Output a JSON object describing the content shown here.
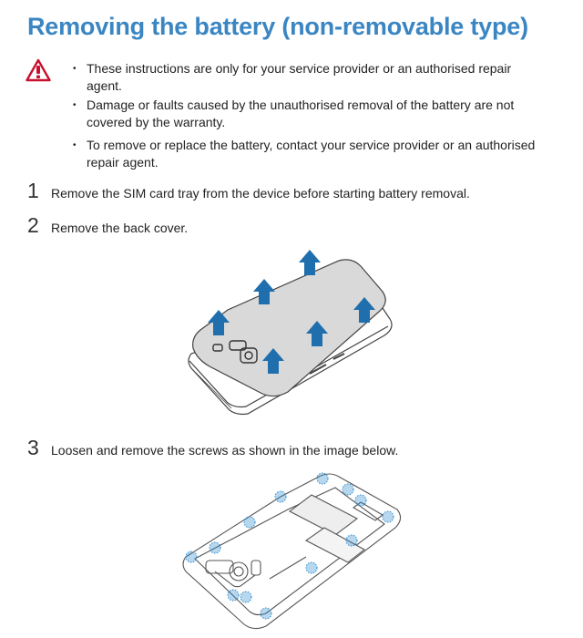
{
  "page": {
    "title": "Removing the battery (non-removable type)"
  },
  "warning": {
    "icon": "warning-triangle-icon",
    "color": "#c8102e",
    "items": [
      "These instructions are only for your service provider or an authorised repair agent.",
      "Damage or faults caused by the unauthorised removal of the battery are not covered by the warranty.",
      "To remove or replace the battery, contact your service provider or an authorised repair agent."
    ]
  },
  "steps": [
    {
      "number": "1",
      "text": "Remove the SIM card tray from the device before starting battery removal."
    },
    {
      "number": "2",
      "text": "Remove the back cover."
    },
    {
      "number": "3",
      "text": "Loosen and remove the screws as shown in the image below."
    }
  ],
  "colors": {
    "title": "#3a86c3",
    "arrow": "#1f6fae",
    "screw_highlight": "#2e8bcf"
  }
}
